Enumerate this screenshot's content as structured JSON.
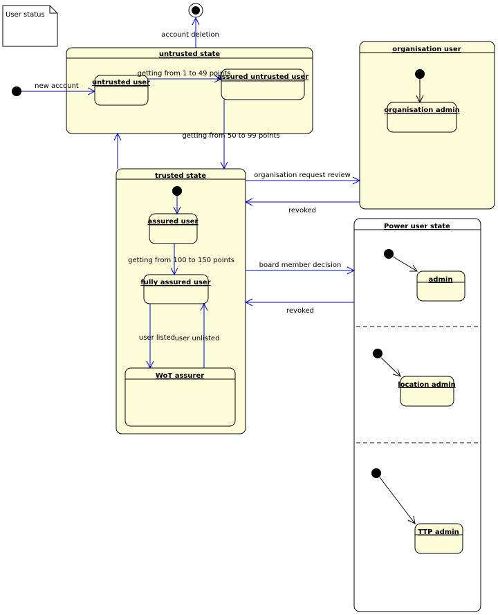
{
  "note": {
    "text": "User status"
  },
  "states": {
    "untrusted": {
      "title": "untrusted state"
    },
    "untrusted_user": {
      "title": "untrusted user"
    },
    "assured_untrusted_user": {
      "title": "assured untrusted user"
    },
    "organisation": {
      "title": "organisation user"
    },
    "organisation_admin": {
      "title": "organisation admin"
    },
    "trusted": {
      "title": "trusted state"
    },
    "assured_user": {
      "title": "assured user"
    },
    "fully_assured_user": {
      "title": "fully assured user"
    },
    "wot_assurer": {
      "title": "WoT assurer"
    },
    "power": {
      "title": "Power user state"
    },
    "admin": {
      "title": "admin"
    },
    "location_admin": {
      "title": "location admin"
    },
    "ttp_admin": {
      "title": "TTP admin"
    }
  },
  "transitions": {
    "account_deletion": "account deletion",
    "new_account": "new account",
    "getting_1_49": "getting from 1 to 49 points",
    "getting_50_99": "getting from 50 to 99 points",
    "getting_100_150": "getting from 100 to 150 points",
    "org_request_review": "organisation request review",
    "revoked_org": "revoked",
    "board_member_decision": "board member decision",
    "revoked_power": "revoked",
    "user_listed": "user listed",
    "user_unlisted": "user unlisted"
  },
  "colors": {
    "state_fill": "#fbfdd8",
    "transition": "#0000cc",
    "outline": "#000000"
  }
}
